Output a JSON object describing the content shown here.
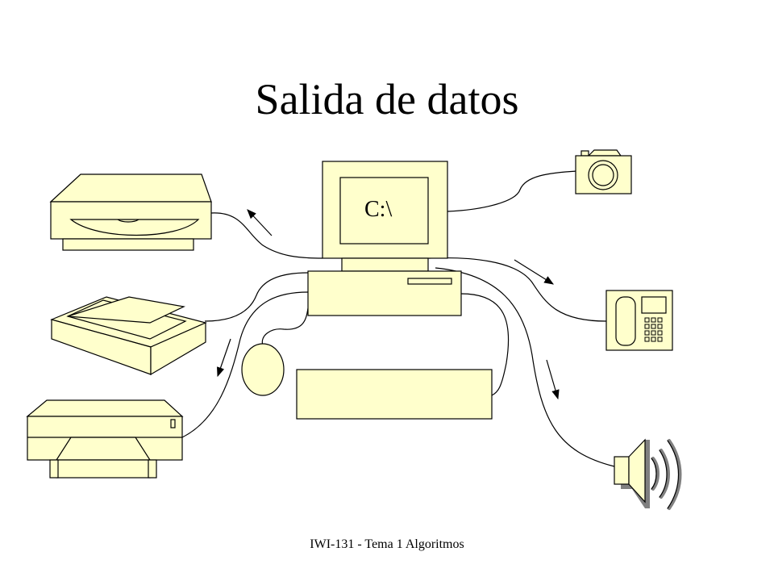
{
  "slide": {
    "title": "Salida de datos",
    "footer": "IWI-131 - Tema 1 Algoritmos"
  },
  "monitor": {
    "screen_text": "C:\\"
  },
  "devices": [
    {
      "name": "CD drive",
      "icon": "cd-drive-icon"
    },
    {
      "name": "Scanner",
      "icon": "scanner-icon"
    },
    {
      "name": "Printer",
      "icon": "printer-icon"
    },
    {
      "name": "Camera",
      "icon": "camera-icon"
    },
    {
      "name": "Telephone",
      "icon": "telephone-icon"
    },
    {
      "name": "Speaker",
      "icon": "speaker-icon"
    }
  ],
  "colors": {
    "device_fill": "#ffffcc",
    "stroke": "#000000",
    "speaker_waves": "#808080"
  }
}
